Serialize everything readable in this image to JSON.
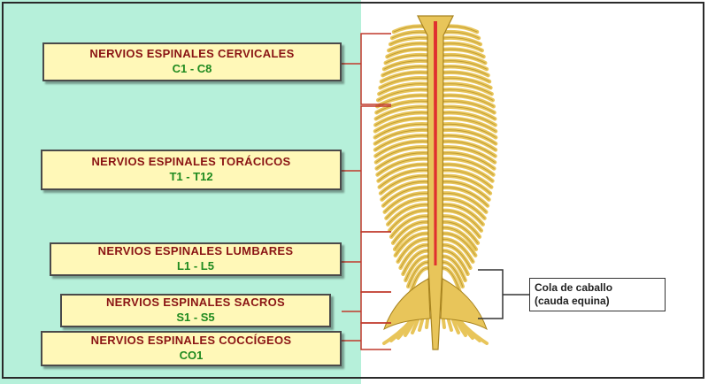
{
  "regions": [
    {
      "title": "NERVIOS ESPINALES CERVICALES",
      "range": "C1 - C8"
    },
    {
      "title": "NERVIOS ESPINALES TORÁCICOS",
      "range": "T1 - T12"
    },
    {
      "title": "NERVIOS ESPINALES LUMBARES",
      "range": "L1 - L5"
    },
    {
      "title": "NERVIOS ESPINALES SACROS",
      "range": "S1 - S5"
    },
    {
      "title": "NERVIOS ESPINALES COCCÍGEOS",
      "range": "CO1"
    }
  ],
  "cauda": {
    "line1": "Cola de caballo",
    "line2": "(cauda equina)"
  },
  "colors": {
    "panel": "#b6f0da",
    "label_bg": "#fff8b8",
    "title_text": "#8a1414",
    "range_text": "#1f8a1f",
    "bracket": "#c0392b",
    "nerve": "#e8c55a",
    "cord": "#e03030"
  }
}
